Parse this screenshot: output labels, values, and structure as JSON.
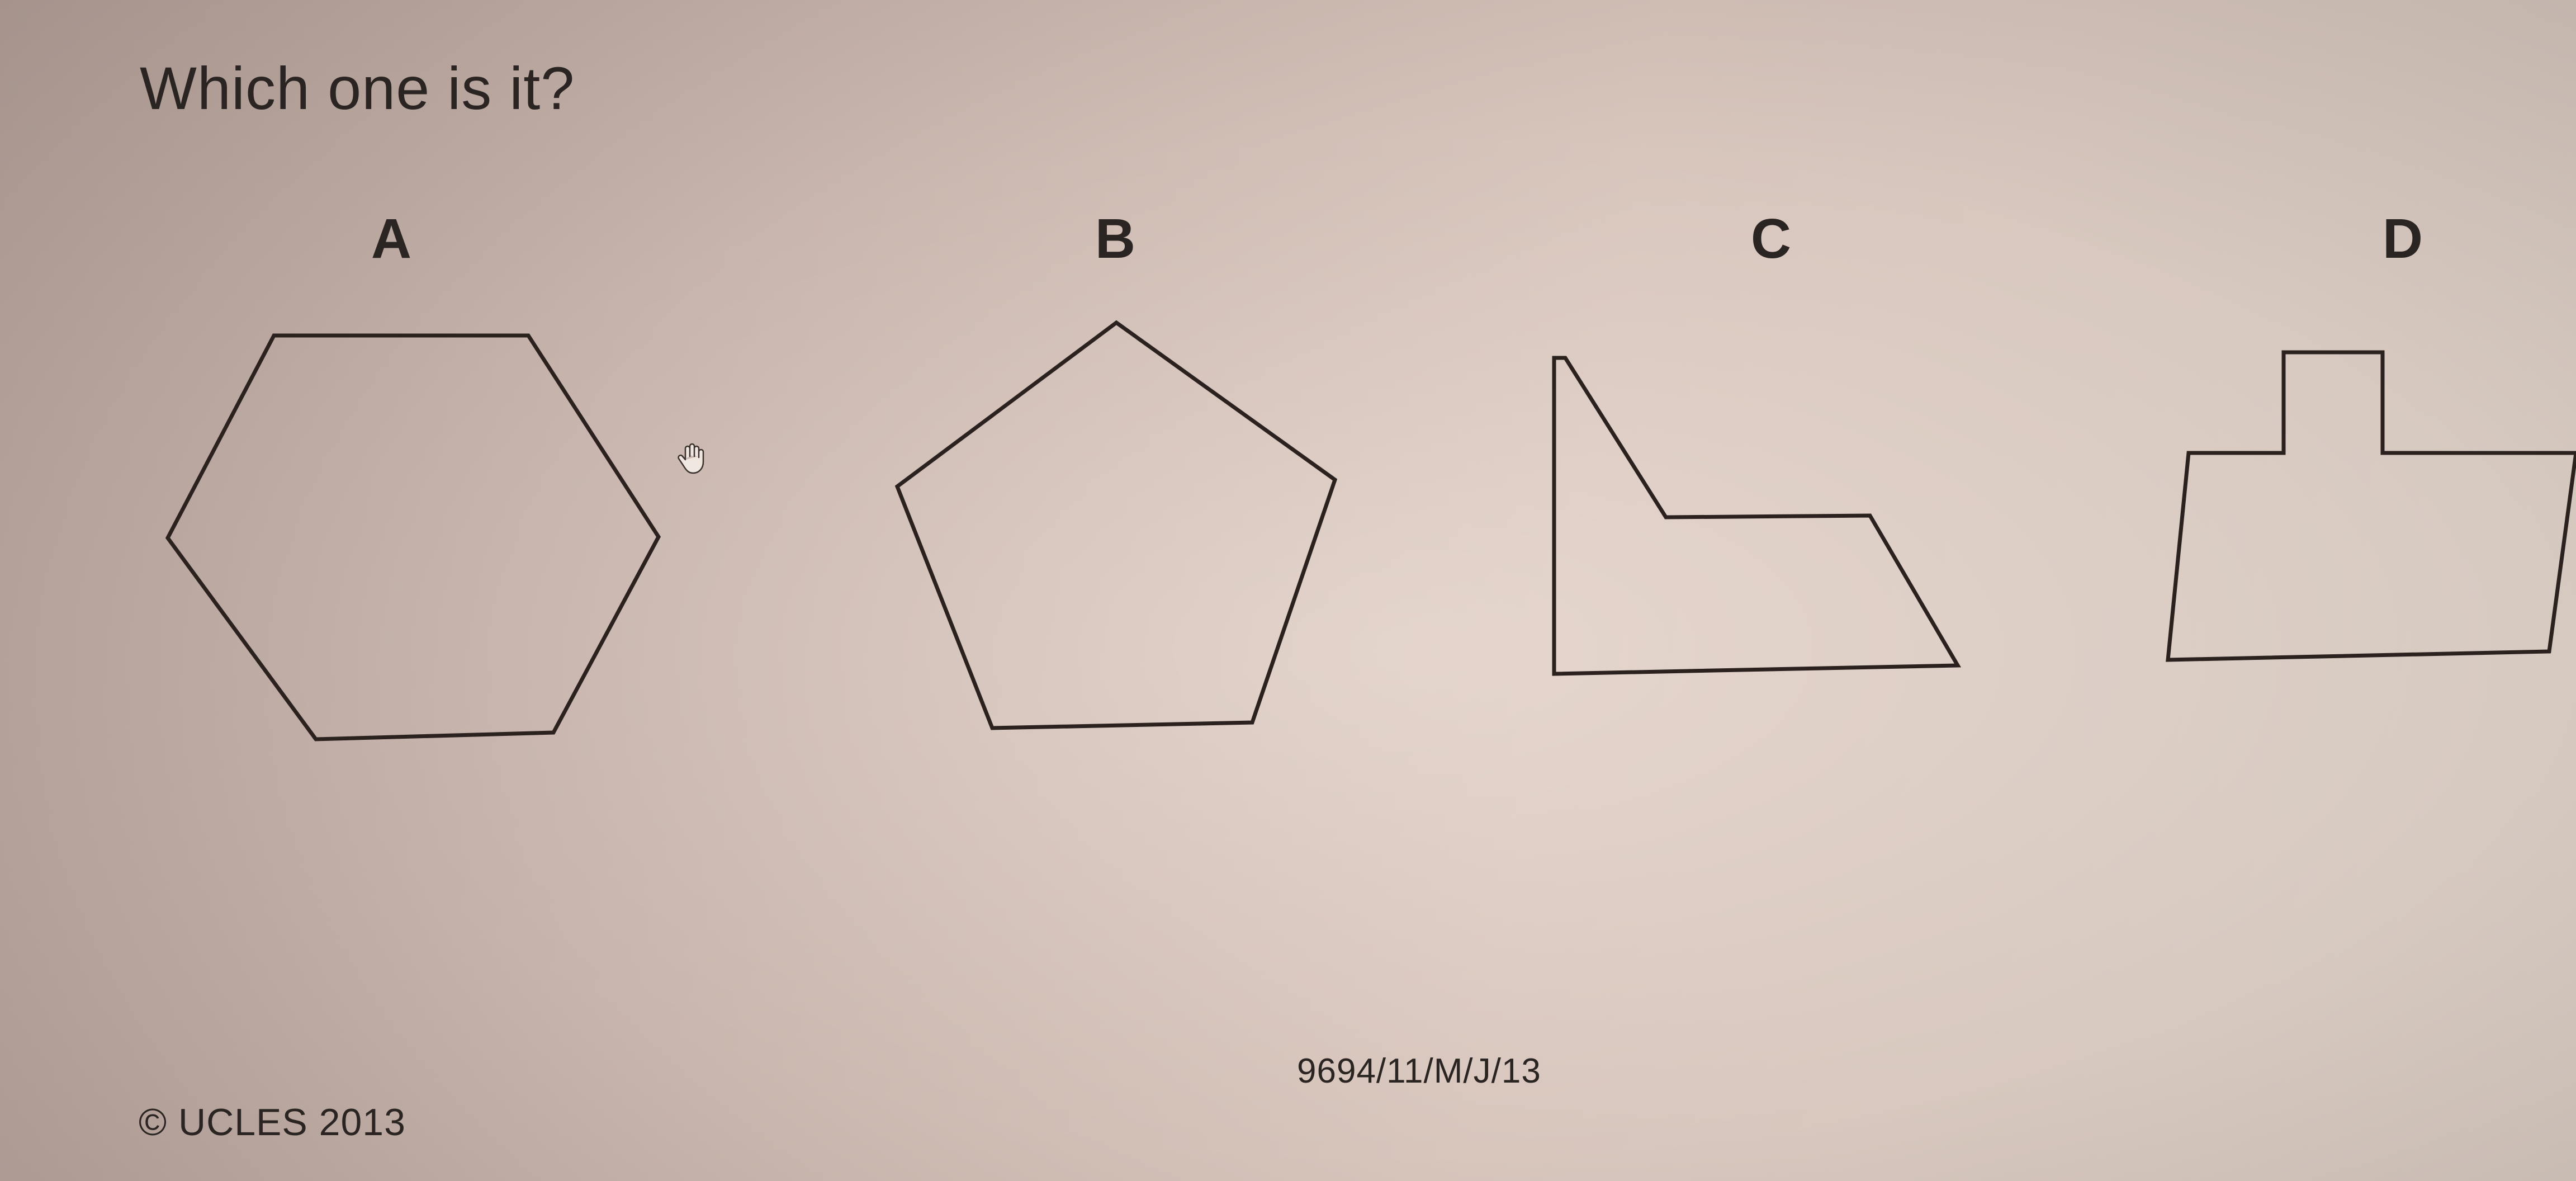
{
  "question": "Which one is it?",
  "options": [
    {
      "label": "A"
    },
    {
      "label": "B"
    },
    {
      "label": "C"
    },
    {
      "label": "D"
    }
  ],
  "footer": {
    "code": "9694/11/M/J/13",
    "copyright": "© UCLES 2013"
  },
  "icons": {
    "cursor": "hand-cursor-icon"
  }
}
